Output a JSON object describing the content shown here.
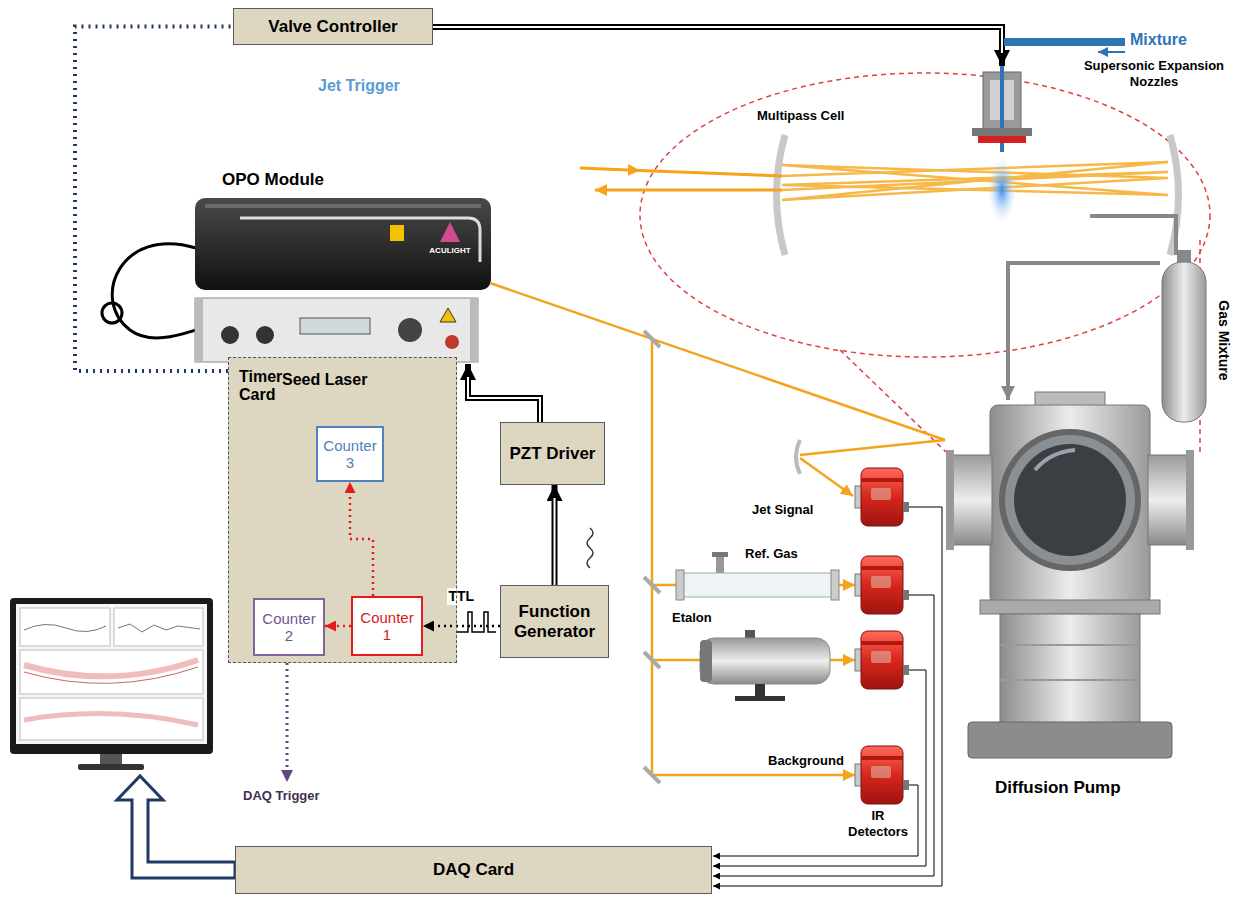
{
  "diagram": {
    "nodes": [
      {
        "text": [
          "Valve Controller"
        ]
      },
      {
        "text": [
          "PZT Driver"
        ]
      },
      {
        "text": [
          "Timer Card"
        ]
      },
      {
        "text": [
          "Counter 3"
        ],
        "in": 2
      },
      {
        "text": [
          "Counter 2"
        ],
        "in": 2
      },
      {
        "text": [
          "Counter 1"
        ],
        "in": 2
      },
      {
        "text": [
          "Function Generator"
        ]
      },
      {
        "text": [
          "DAQ Card"
        ]
      }
    ],
    "edges": [
      {
        "from": 6,
        "to": 5,
        "arrow": "to",
        "label": "TTL"
      },
      {
        "from": 5,
        "to": 4,
        "arrow": "to"
      },
      {
        "from": 5,
        "to": 3,
        "arrow": "to"
      },
      {
        "from": 6,
        "to": 1,
        "arrow": "to"
      },
      {
        "from": 2,
        "to": 0,
        "arrow": "none"
      }
    ],
    "labels": [
      "Mixture",
      "Jet Trigger",
      "Multipass Cell",
      "Supersonic Expansion Nozzles",
      "Gas Mixture",
      "OPO Module",
      "ACULIGHT",
      "Seed Laser",
      "Jet Signal",
      "Ref. Gas",
      "Etalon",
      "Background",
      "IR Detectors",
      "Diffusion Pump",
      "DAQ Trigger"
    ]
  }
}
